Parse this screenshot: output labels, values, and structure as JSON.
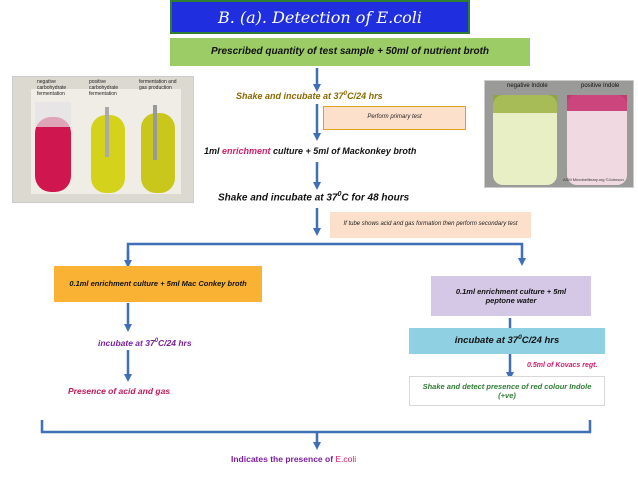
{
  "title": "B. (a). Detection of E.coli",
  "steps": {
    "s1": "Prescribed quantity of test sample + 50ml of nutrient broth",
    "s2_pre": "Shake and incubate at 37",
    "s2_sup": "0",
    "s2_post": "C/24 hrs",
    "s3": "Perform primary test",
    "s4_a": "1ml ",
    "s4_b": "enrichment",
    "s4_c": " culture + 5ml of Mackonkey broth",
    "s5_pre": "Shake and incubate at 37",
    "s5_sup": "0",
    "s5_post": "C for 48 hours",
    "s6": "If tube shows acid and gas formation then perform secondary test",
    "left1": "0.1ml enrichment culture + 5ml Mac Conkey broth",
    "left2_pre": "incubate at 37",
    "left2_sup": "0",
    "left2_post": "C/24 hrs",
    "left3": "Presence of acid and gas",
    "right1": "0.1ml enrichment culture + 5ml peptone water",
    "right2_pre": "incubate at 37",
    "right2_sup": "0",
    "right2_post": "C/24 hrs",
    "right3": "0.5ml of Kovacs regt.",
    "right4": "Shake and detect presence of red colour Indole (+ve)",
    "final_a": "Indicates the presence of ",
    "final_b": "E.coli"
  },
  "photo_left": {
    "labels": [
      "negative carbohydrate fermentation",
      "positive carbohydrate fermentation",
      "fermentation and gas production"
    ]
  },
  "photo_right": {
    "labels": [
      "negative Indole",
      "positive Indole"
    ],
    "credit": "ASM Microbelibrary.org ©Johnson"
  },
  "colors": {
    "title_bg": "#1f2fe0",
    "green_box": "#9ccc65",
    "peach_box": "#fde0cc",
    "orange_box": "#f9b233",
    "lavender_box": "#d5c8e6",
    "blue_box": "#8fd1e3",
    "arrow": "#3f6fb5",
    "accent_red": "#d11c6a",
    "accent_magenta": "#c2185b"
  }
}
